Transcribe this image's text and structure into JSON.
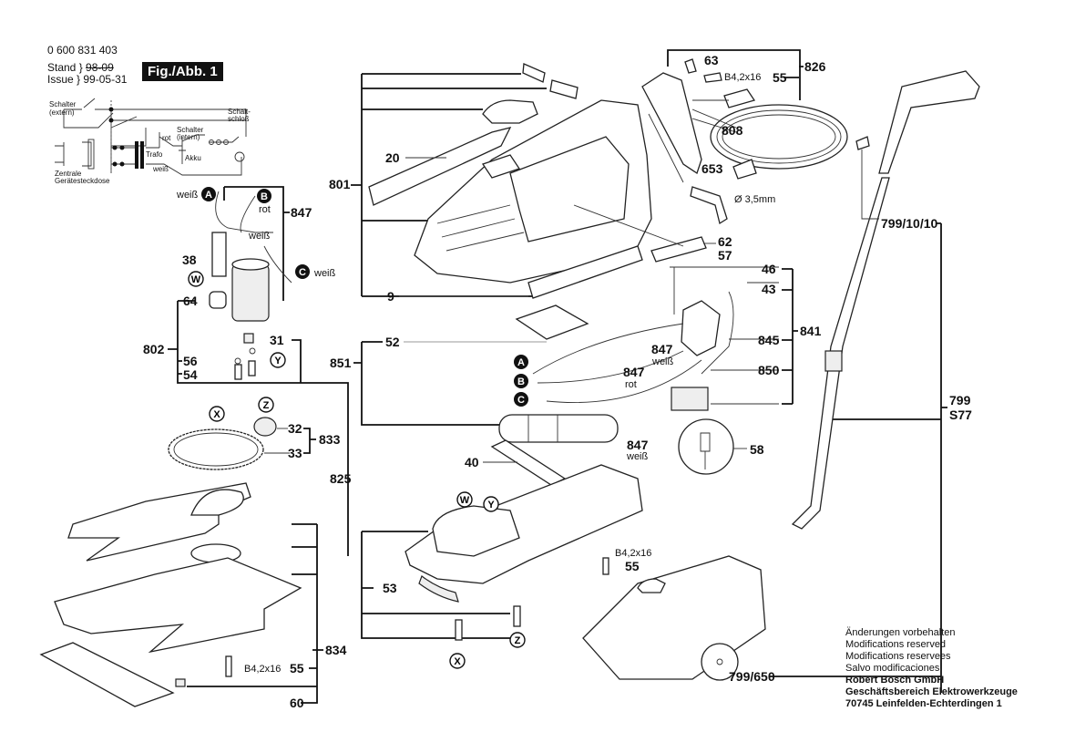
{
  "header": {
    "document_number": "0 600 831 403",
    "stand_label": "Stand",
    "issue_label": "Issue",
    "stand_value_struck": "98-09",
    "issue_value": "99-05-31",
    "figure_label": "Fig./Abb. 1"
  },
  "schematic": {
    "labels": {
      "switch_external": "Schalter",
      "switch_external_2": "(extern)",
      "switch_internal": "Schalter",
      "switch_internal_2": "(intern)",
      "keylock": "Schalt-",
      "keylock_2": "schloß",
      "red": "rot",
      "white": "weiß",
      "transformer": "Trafo",
      "battery": "Akku",
      "socket": "Zentrale",
      "socket_2": "Gerätesteckdose"
    }
  },
  "callouts": {
    "A": "A",
    "B": "B",
    "C": "C",
    "W": "W",
    "X": "X",
    "Y": "Y",
    "Z": "Z"
  },
  "wire_colors": {
    "white": "weiß",
    "red": "rot"
  },
  "part_labels": {
    "p20": "20",
    "p801": "801",
    "p9": "9",
    "p62": "62",
    "p57": "57",
    "p63": "63",
    "p55a": "55",
    "p826": "826",
    "p808": "808",
    "p653": "653",
    "screw_a": "B4,2x16",
    "diameter": "Ø 3,5mm",
    "p847a": "847",
    "p38": "38",
    "p64": "64",
    "p802": "802",
    "p31": "31",
    "p56": "56",
    "p54": "54",
    "p52": "52",
    "p851": "851",
    "p847b": "847",
    "p847c": "847",
    "p847d": "847",
    "p46": "46",
    "p43": "43",
    "p845": "845",
    "p850": "850",
    "p841": "841",
    "p58": "58",
    "p32": "32",
    "p33": "33",
    "p833": "833",
    "p825": "825",
    "p40": "40",
    "p53": "53",
    "p55b": "55",
    "screw_b": "B4,2x16",
    "p834": "834",
    "p55c": "55",
    "screw_c": "B4,2x16",
    "p60": "60",
    "p799_10_10": "799/10/10",
    "p799": "799",
    "pS77": "S77",
    "p799_650": "799/650"
  },
  "footer": {
    "lines": [
      "Änderungen vorbehalten",
      "Modifications reserved",
      "Modifications reservees",
      "Salvo modificaciones"
    ],
    "company": "Robert Bosch GmbH",
    "division": "Geschäftsbereich Elektrowerkzeuge",
    "address": "70745 Leinfelden-Echterdingen 1"
  }
}
